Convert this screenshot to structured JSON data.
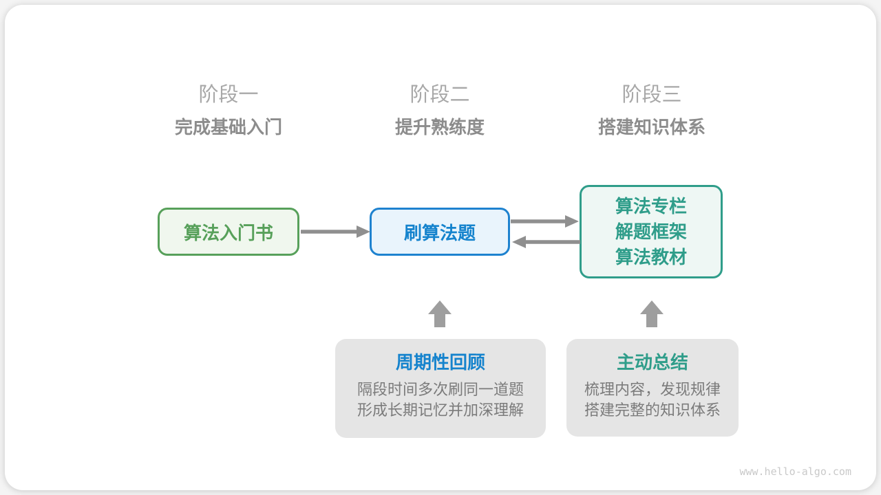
{
  "diagram": {
    "stages": [
      {
        "title": "阶段一",
        "subtitle": "完成基础入门"
      },
      {
        "title": "阶段二",
        "subtitle": "提升熟练度"
      },
      {
        "title": "阶段三",
        "subtitle": "搭建知识体系"
      }
    ],
    "nodes": {
      "intro_book": {
        "label": "算法入门书",
        "color": "#57a05a",
        "bg": "#f0f7ee"
      },
      "practice": {
        "label": "刷算法题",
        "color": "#1583cd",
        "bg": "#e9f4fc"
      },
      "resources": {
        "lines": [
          "算法专栏",
          "解题框架",
          "算法教材"
        ],
        "color": "#2f9d8a",
        "bg": "#eef7f4"
      }
    },
    "notes": [
      {
        "title": "周期性回顾",
        "title_color": "#1583cd",
        "lines": [
          "隔段时间多次刷同一道题",
          "形成长期记忆并加深理解"
        ]
      },
      {
        "title": "主动总结",
        "title_color": "#2f9d8a",
        "lines": [
          "梳理内容，发现规律",
          "搭建完整的知识体系"
        ]
      }
    ],
    "arrow_color": "#8f8f8f",
    "watermark": "www.hello-algo.com"
  }
}
